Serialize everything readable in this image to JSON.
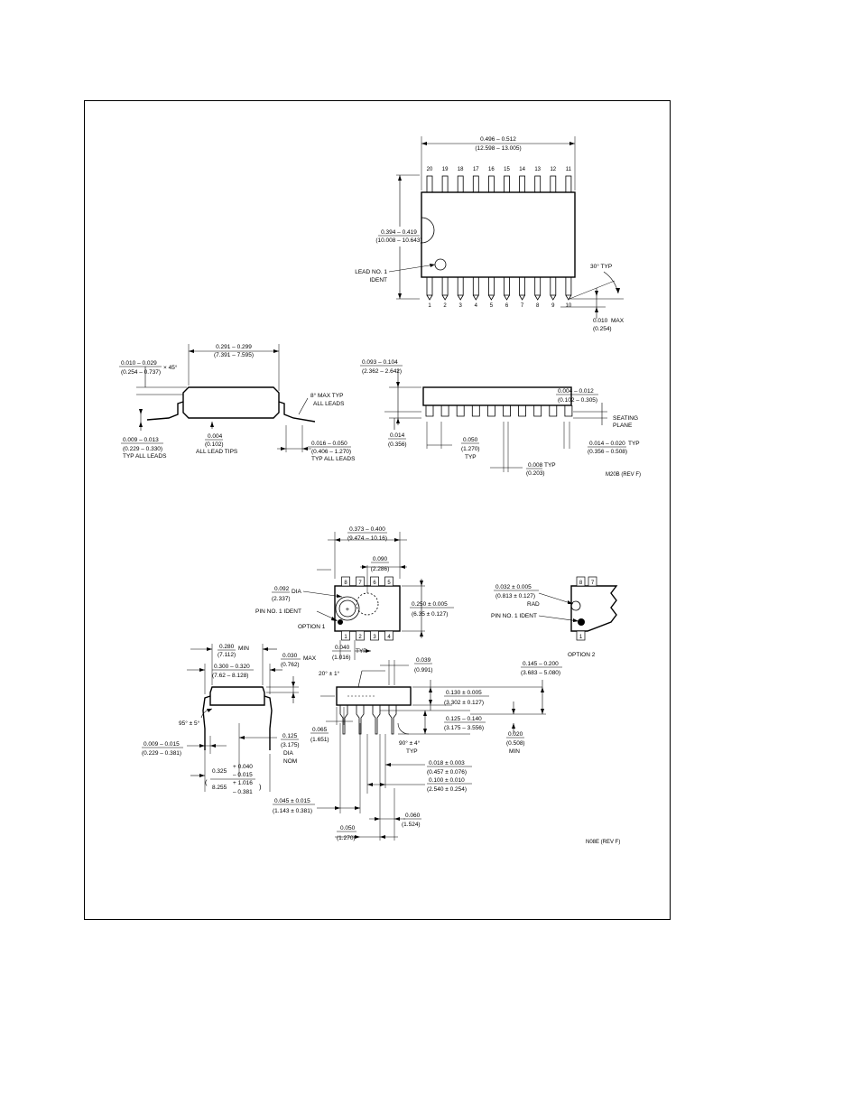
{
  "so20": {
    "top": {
      "width_in": "0.496 – 0.512",
      "width_mm": "(12.598 – 13.005)",
      "height_in": "0.394 – 0.419",
      "height_mm": "(10.008 – 10.643)",
      "lead_ident": [
        "LEAD NO. 1",
        "IDENT"
      ],
      "angle": "30° TYP",
      "tip_in": "0.010",
      "tip_suffix": "MAX",
      "tip_mm": "(0.254)",
      "pins_top": [
        "20",
        "19",
        "18",
        "17",
        "16",
        "15",
        "14",
        "13",
        "12",
        "11"
      ],
      "pins_bottom": [
        "1",
        "2",
        "3",
        "4",
        "5",
        "6",
        "7",
        "8",
        "9",
        "10"
      ]
    },
    "end": {
      "width_in": "0.291 – 0.299",
      "width_mm": "(7.391 – 7.595)",
      "chamfer_in": "0.010 – 0.029",
      "chamfer_mm": "(0.254 – 0.737)",
      "chamfer_suffix": "× 45°",
      "lead_thk_in": "0.009 – 0.013",
      "lead_thk_mm": "(0.229 – 0.330)",
      "lead_thk_note": "TYP ALL LEADS",
      "tips_in": "0.004",
      "tips_mm": "(0.102)",
      "tips_note": "ALL LEAD TIPS",
      "angle_note": [
        "8° MAX TYP",
        "ALL LEADS"
      ],
      "foot_in": "0.016 – 0.050",
      "foot_mm": "(0.406 – 1.270)",
      "foot_note": "TYP ALL LEADS"
    },
    "side": {
      "height_in": "0.093 – 0.104",
      "height_mm": "(2.362 – 2.642)",
      "standoff_in": "0.004 – 0.012",
      "standoff_mm": "(0.102 – 0.305)",
      "seating": [
        "SEATING",
        "PLANE"
      ],
      "shoulder_in": "0.014",
      "shoulder_mm": "(0.356)",
      "pitch_in": "0.050",
      "pitch_mm": "(1.270)",
      "pitch_note": "TYP",
      "lead_w_in": "0.014 – 0.020",
      "lead_w_note": "TYP",
      "lead_w_mm": "(0.356 – 0.508)",
      "lead_t_in": "0.008",
      "lead_t_note": "TYP",
      "lead_t_mm": "(0.203)",
      "code": "M20B (REV F)"
    }
  },
  "dip8": {
    "top": {
      "length_in": "0.373 – 0.400",
      "length_mm": "(9.474 – 10.16)",
      "offset_in": "0.090",
      "offset_mm": "(2.286)",
      "dia_in": "0.092",
      "dia_suffix": "DIA",
      "dia_mm": "(2.337)",
      "ident": "PIN NO. 1 IDENT",
      "option1": "OPTION 1",
      "width_in": "0.250 ± 0.005",
      "width_mm": "(6.35 ± 0.127)",
      "tip_in": "0.040",
      "tip_mm": "(1.016)",
      "tip_note": "TYP",
      "pins_top": [
        "8",
        "7",
        "6",
        "5"
      ],
      "pins_bottom": [
        "1",
        "2",
        "3",
        "4"
      ]
    },
    "option2": {
      "rad_in": "0.032 ± 0.005",
      "rad_mm": "(0.813 ± 0.127)",
      "rad_note": "RAD",
      "ident": "PIN NO. 1 IDENT",
      "label": "OPTION 2",
      "pins": [
        "8",
        "7",
        "1"
      ]
    },
    "end": {
      "min_in": "0.280",
      "min_suffix": "MIN",
      "min_mm": "(7.112)",
      "span_in": "0.300 – 0.320",
      "span_mm": "(7.62 – 8.128)",
      "flash_in": "0.030",
      "flash_suffix": "MAX",
      "flash_mm": "(0.762)",
      "angle": "95° ± 5°",
      "thk_in": "0.009 – 0.015",
      "thk_mm": "(0.229 – 0.381)",
      "dia_in": "0.125",
      "dia_mm": "(3.175)",
      "dia_note": [
        "DIA",
        "NOM"
      ],
      "spread_nom": "0.325",
      "spread_tol_in": [
        "+ 0.040",
        "– 0.015"
      ],
      "spread_nom_mm": "8.255",
      "spread_tol_mm": [
        "+ 1.016",
        "– 0.381"
      ]
    },
    "side": {
      "draft": "20° ± 1°",
      "shoulder_in": "0.039",
      "shoulder_mm": "(0.991)",
      "body_in": "0.130 ± 0.005",
      "body_mm": "(3.302 ± 0.127)",
      "overall_in": "0.145 – 0.200",
      "overall_mm": "(3.683 – 5.080)",
      "lead_len_in": "0.125 – 0.140",
      "lead_len_mm": "(3.175 – 3.556)",
      "offset_in": "0.065",
      "offset_mm": "(1.651)",
      "angle": "90° ± 4°",
      "angle_note": "TYP",
      "seat_in": "0.020",
      "seat_mm": "(0.508)",
      "seat_note": "MIN",
      "lead_w_in": "0.018 ± 0.003",
      "lead_w_mm": "(0.457 ± 0.076)",
      "pitch_in": "0.100 ± 0.010",
      "pitch_mm": "(2.540 ± 0.254)",
      "upper_in": "0.045 ± 0.015",
      "upper_mm": "(1.143 ± 0.381)",
      "gap_in": "0.060",
      "gap_mm": "(1.524)",
      "half_in": "0.050",
      "half_mm": "(1.270)",
      "code": "N08E (REV F)"
    }
  }
}
